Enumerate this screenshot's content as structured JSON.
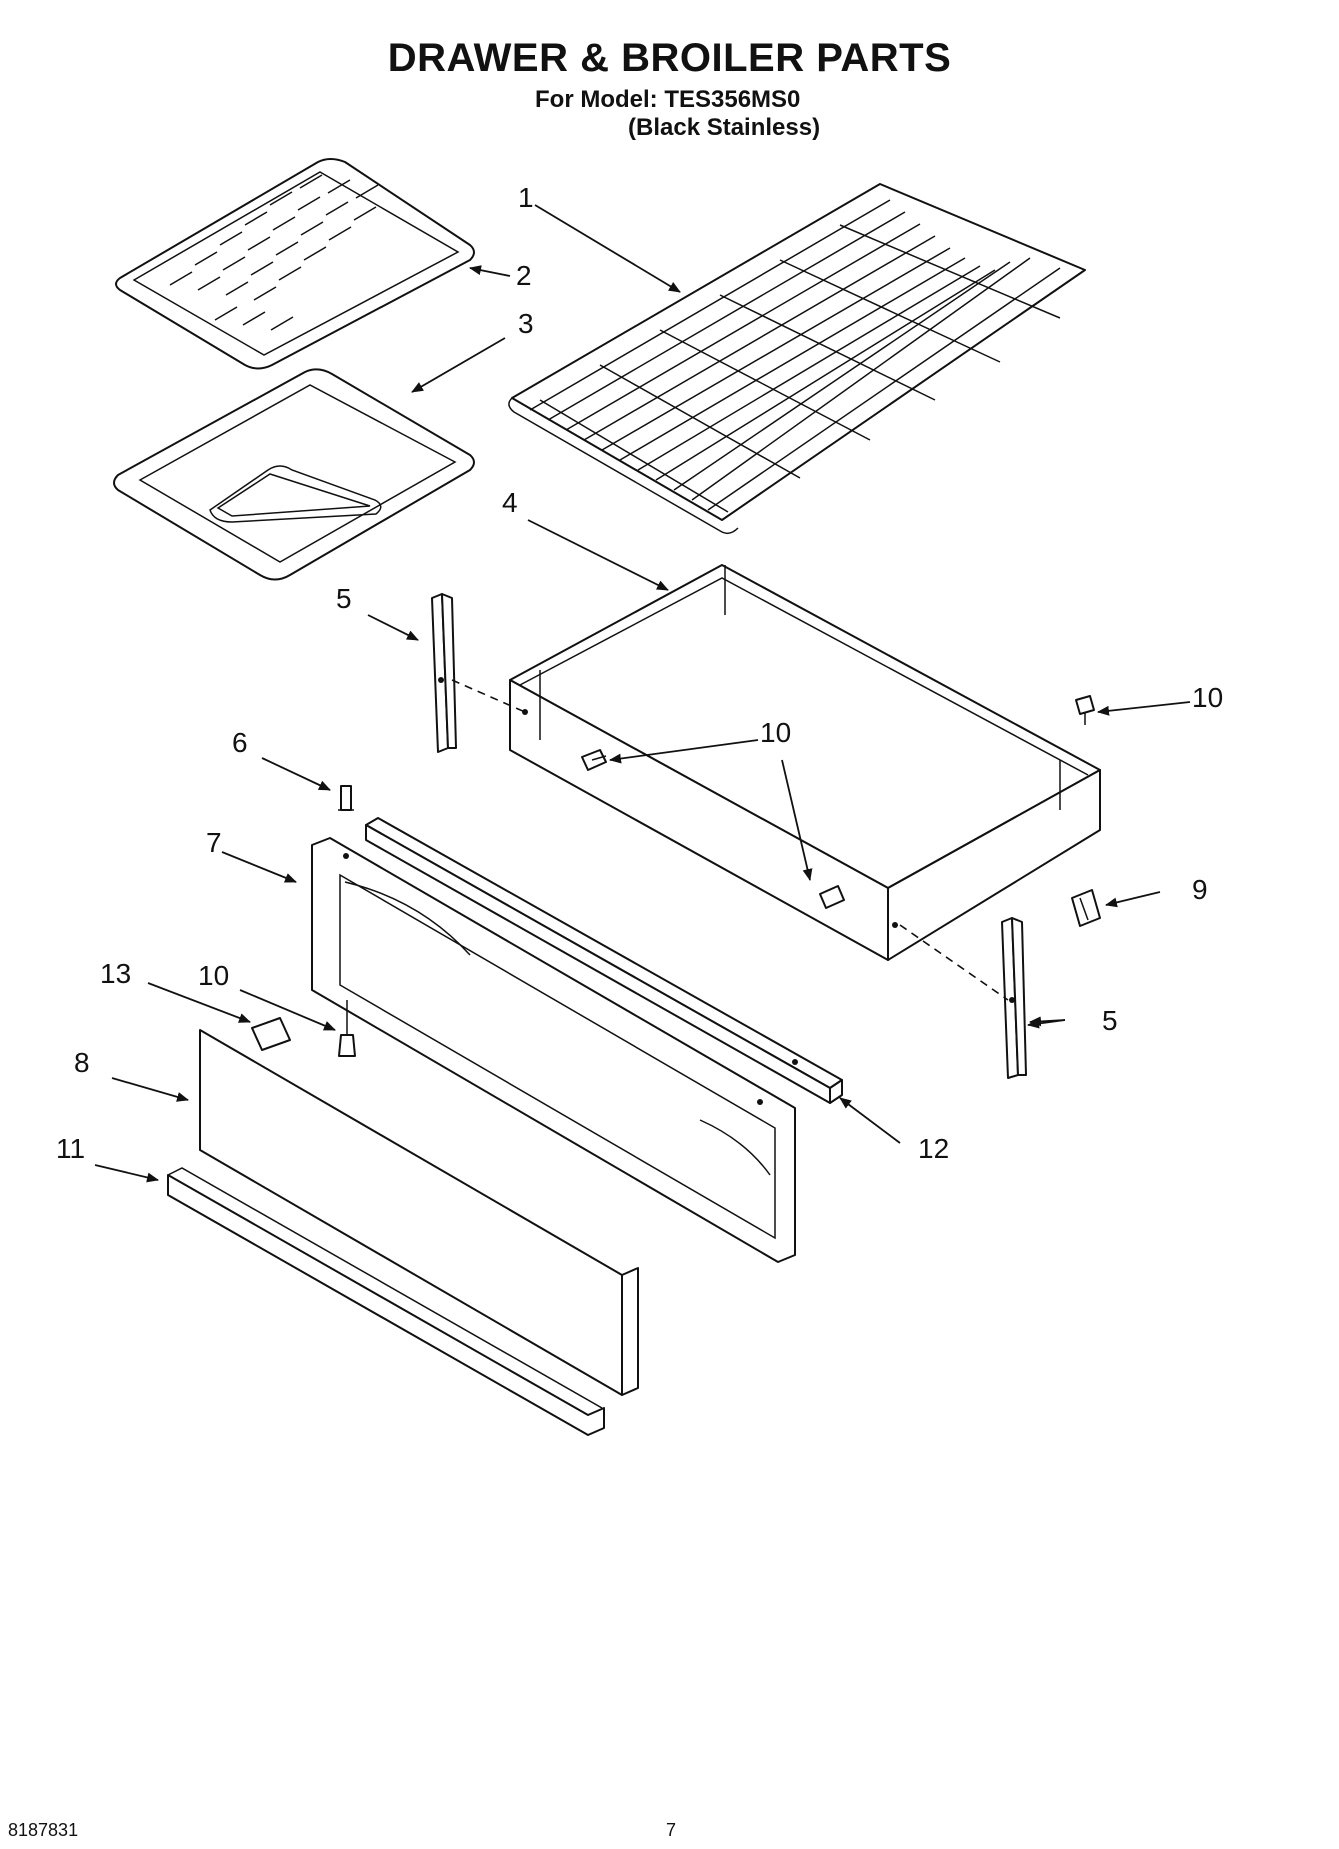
{
  "header": {
    "title": "DRAWER & BROILER PARTS",
    "model_line": "For Model: TES356MS0",
    "model_variant": "(Black Stainless)"
  },
  "callouts": {
    "c1": "1",
    "c2": "2",
    "c3": "3",
    "c4": "4",
    "c5a": "5",
    "c5b": "5",
    "c6": "6",
    "c7": "7",
    "c8": "8",
    "c9": "9",
    "c10a": "10",
    "c10b": "10",
    "c10c": "10",
    "c11": "11",
    "c12": "12",
    "c13": "13"
  },
  "footer": {
    "doc_number": "8187831",
    "page_number": "7"
  }
}
